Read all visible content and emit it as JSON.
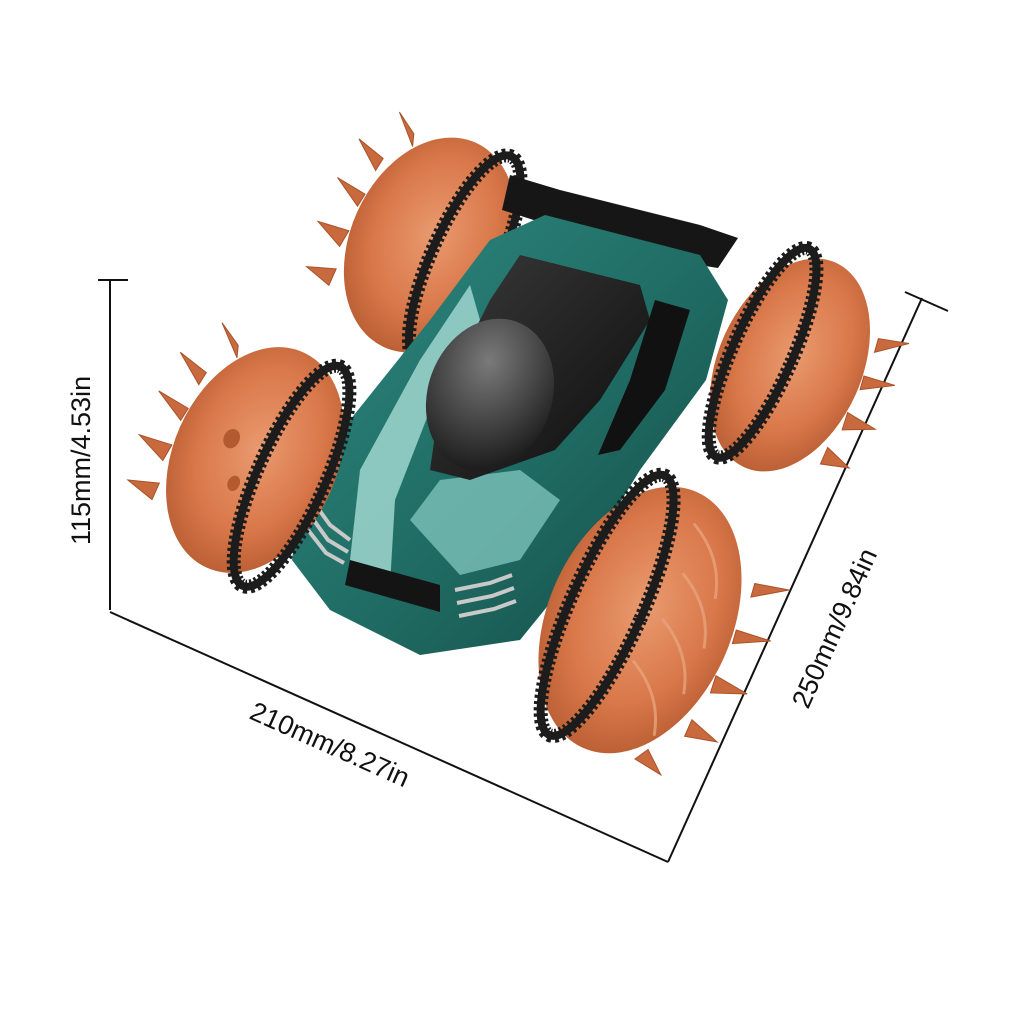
{
  "dimensions": {
    "height_label": "115mm/4.53in",
    "width_label": "210mm/8.27in",
    "length_label": "250mm/9.84in"
  },
  "product": {
    "body_color": "#1f6b63",
    "body_highlight": "#9fd6cf",
    "wheel_color": "#d9784a",
    "tread_color": "#1c1c1c"
  }
}
